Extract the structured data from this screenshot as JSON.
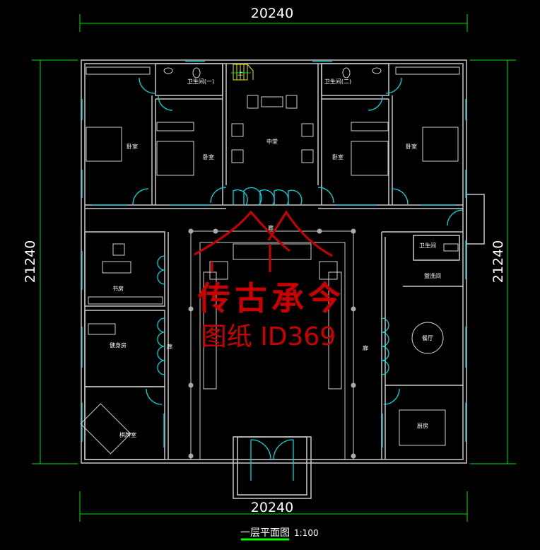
{
  "dimensions": {
    "top": "20240",
    "bottom": "20240",
    "left": "21240",
    "right": "21240"
  },
  "rooms": {
    "bedroom_1": "卧室",
    "bedroom_2": "卧室",
    "bedroom_3": "卧室",
    "bedroom_4": "卧室",
    "bathroom_1": "卫生间(一)",
    "bathroom_2": "卫生间(二)",
    "main_hall": "中堂",
    "stair_up": "上",
    "corridor_north": "廊",
    "corridor_west": "廊",
    "corridor_east": "廊",
    "study": "书房",
    "gym": "健身房",
    "chess_room": "棋牌室",
    "bathroom_3": "卫生间",
    "washroom": "盥洗间",
    "dining": "餐厅",
    "kitchen": "厨房"
  },
  "title": {
    "name": "一层平面图",
    "scale": "1:100"
  },
  "watermark": {
    "line1": "传古承今",
    "line2": "图纸 ID369"
  },
  "colors": {
    "background": "#000000",
    "walls": "#c8c8c8",
    "windows_doors": "#00d8e0",
    "dimension": "#00e000",
    "watermark": "#cc0000",
    "stair": "#e8e800"
  }
}
